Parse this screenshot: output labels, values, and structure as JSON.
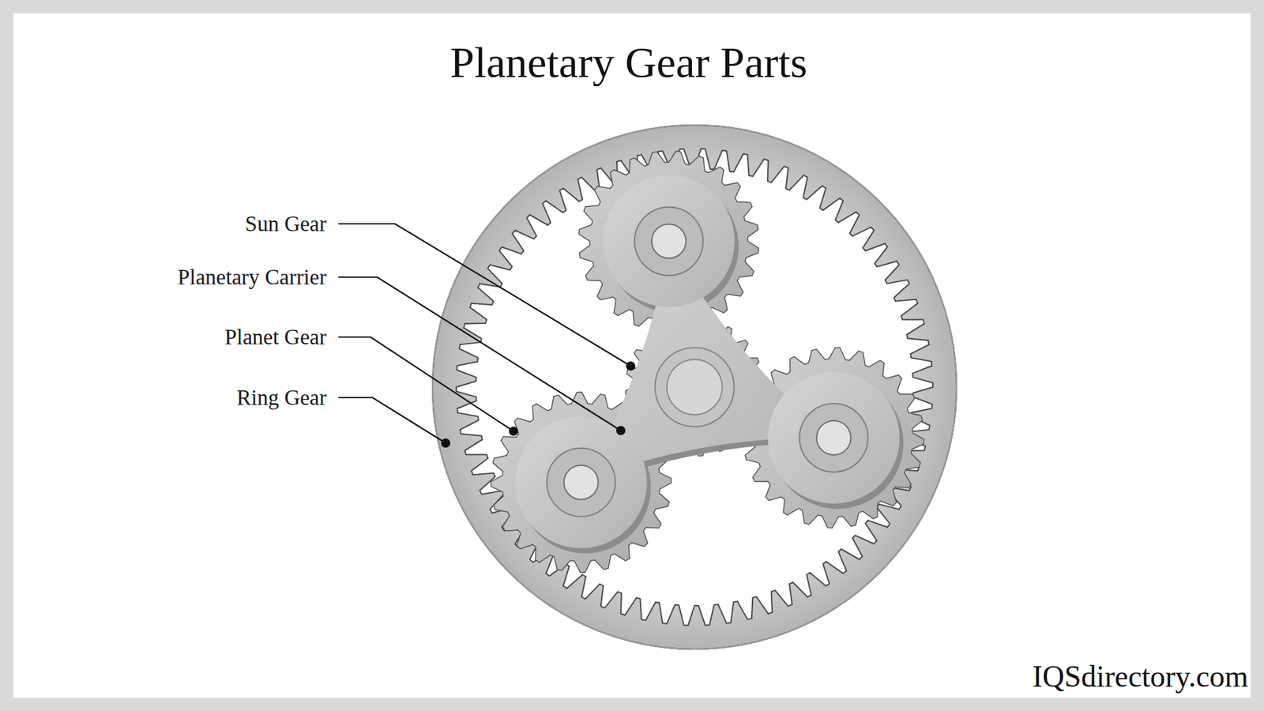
{
  "diagram": {
    "title": "Planetary Gear Parts",
    "labels": [
      "Sun Gear",
      "Planetary Carrier",
      "Planet Gear",
      "Ring Gear",
      "IQSdirectory.com"
    ]
  }
}
